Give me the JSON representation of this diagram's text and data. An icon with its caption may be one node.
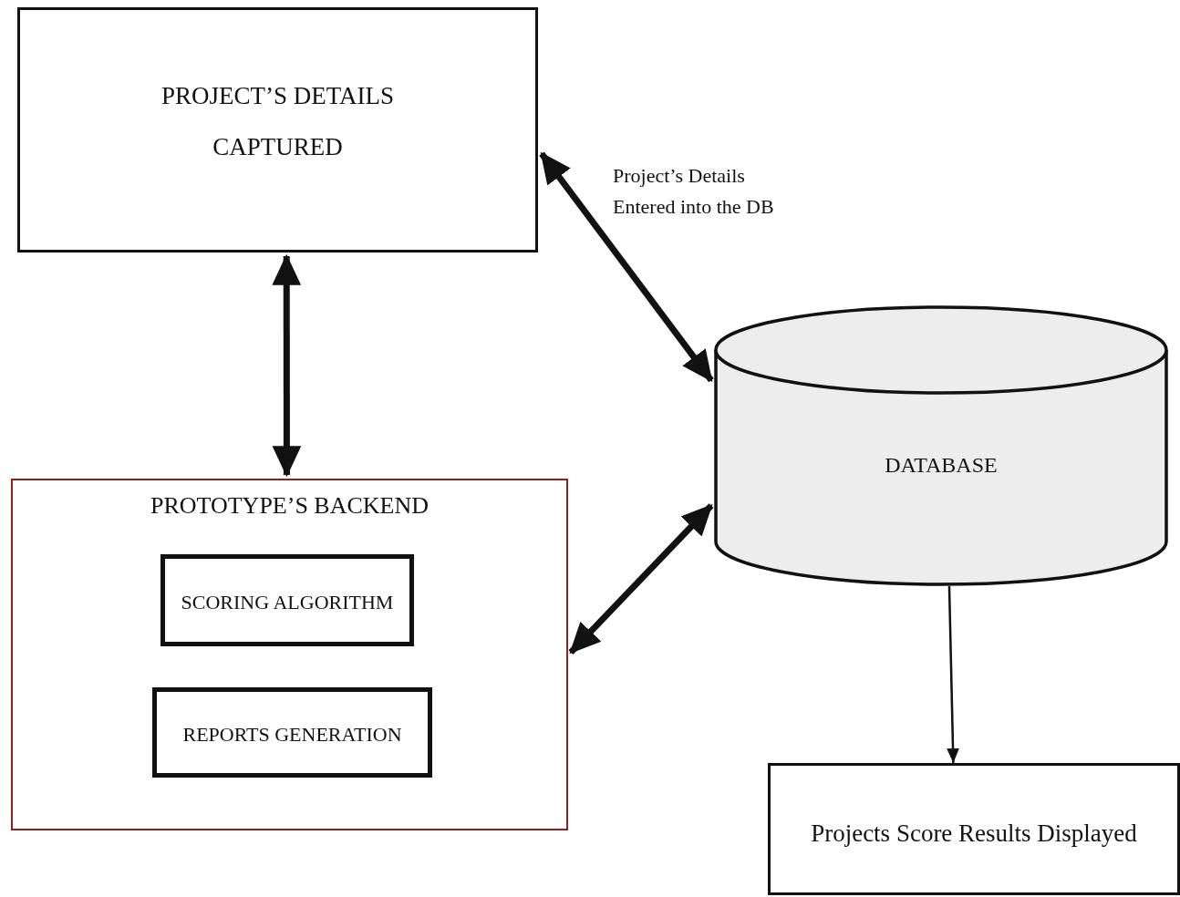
{
  "diagram": {
    "nodes": [
      {
        "text": [
          "PROJECT’S DETAILS CAPTURED"
        ]
      },
      {
        "text": [
          "PROTOTYPE’S BACKEND"
        ]
      },
      {
        "text": [
          "SCORING ALGORITHM"
        ],
        "in": 1
      },
      {
        "text": [
          "REPORTS GENERATION"
        ],
        "in": 1
      },
      {
        "text": [
          "DATABASE"
        ]
      },
      {
        "text": [
          "Projects Score Results Displayed"
        ]
      }
    ],
    "edges": [
      {
        "from": 0,
        "to": 1,
        "arrow": "both"
      },
      {
        "from": 0,
        "to": 4,
        "arrow": "both",
        "label": "Project’s Details Entered into the DB"
      },
      {
        "from": 1,
        "to": 4,
        "arrow": "both"
      },
      {
        "from": 4,
        "to": 5,
        "arrow": "to"
      }
    ]
  }
}
